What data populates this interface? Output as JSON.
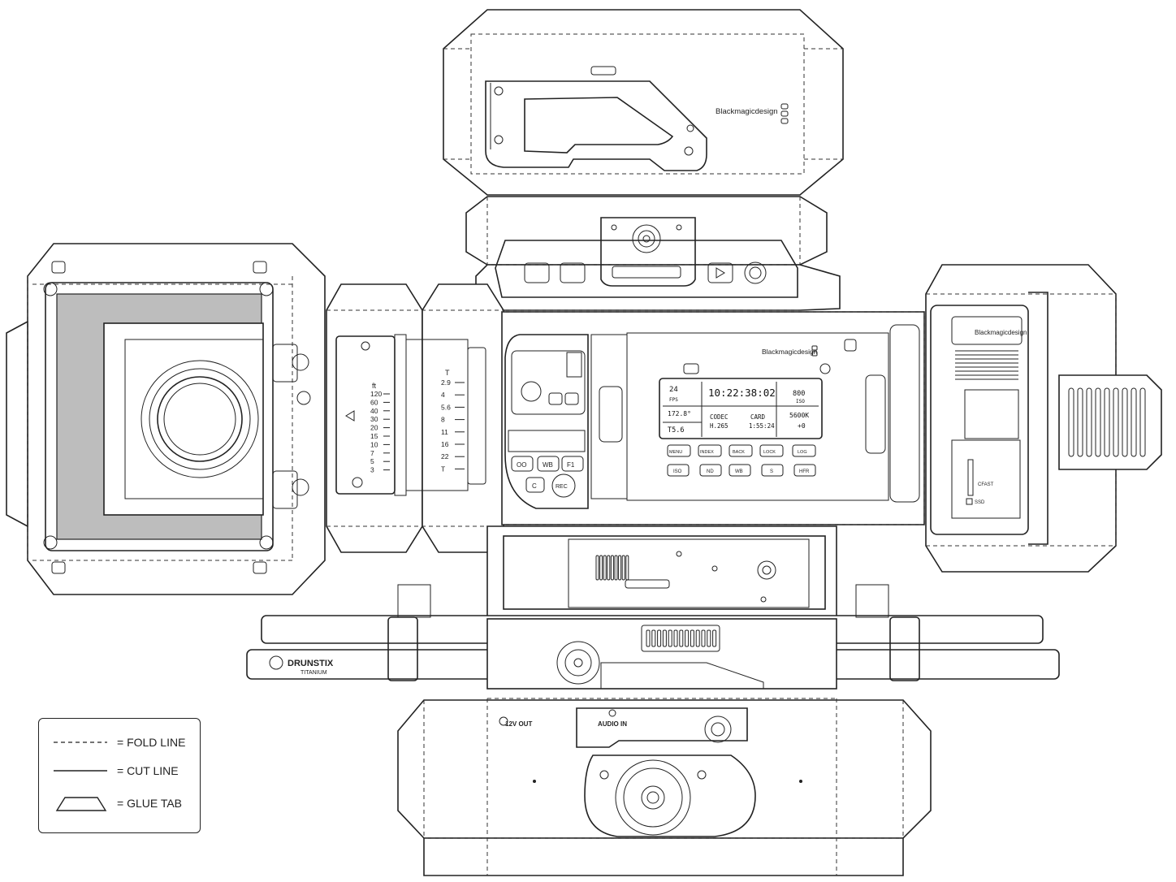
{
  "brand": {
    "camera_maker": "Blackmagicdesign",
    "rod_brand": "DRUNSTIX",
    "rod_material": "TITANIUM"
  },
  "lens": {
    "feet_label": "ft",
    "feet_scale": [
      "120",
      "60",
      "40",
      "30",
      "20",
      "15",
      "10",
      "7",
      "5",
      "3"
    ],
    "t_label": "T",
    "t_scale": [
      "2.9",
      "4",
      "5.6",
      "8",
      "11",
      "16",
      "22",
      "T"
    ]
  },
  "display": {
    "fps": "24",
    "fps_unit": "FPS",
    "timecode": "10:22:38:02",
    "iso": "800",
    "iso_unit": "ISO",
    "shutter": "172.8°",
    "aperture": "T5.6",
    "codec_label": "CODEC",
    "codec_value": "H.265",
    "card_label": "CARD",
    "card_value": "1:55:24",
    "wb": "5600K",
    "tint": "+0"
  },
  "buttons_row1": [
    "MENU",
    "INDEX",
    "BACK",
    "LOCK",
    "LOG"
  ],
  "buttons_row2": [
    "ISO",
    "ND",
    "WB",
    "S",
    "HFR"
  ],
  "side_buttons": [
    "OO",
    "WB",
    "F1"
  ],
  "record_button": "REC",
  "cam_button": "C",
  "media": {
    "slot_a": "CFAST",
    "slot_b": "SSD"
  },
  "ports": {
    "power": "12V OUT",
    "audio": "AUDIO IN"
  },
  "legend": {
    "fold": "= FOLD LINE",
    "cut": "= CUT LINE",
    "glue": "= GLUE TAB"
  }
}
